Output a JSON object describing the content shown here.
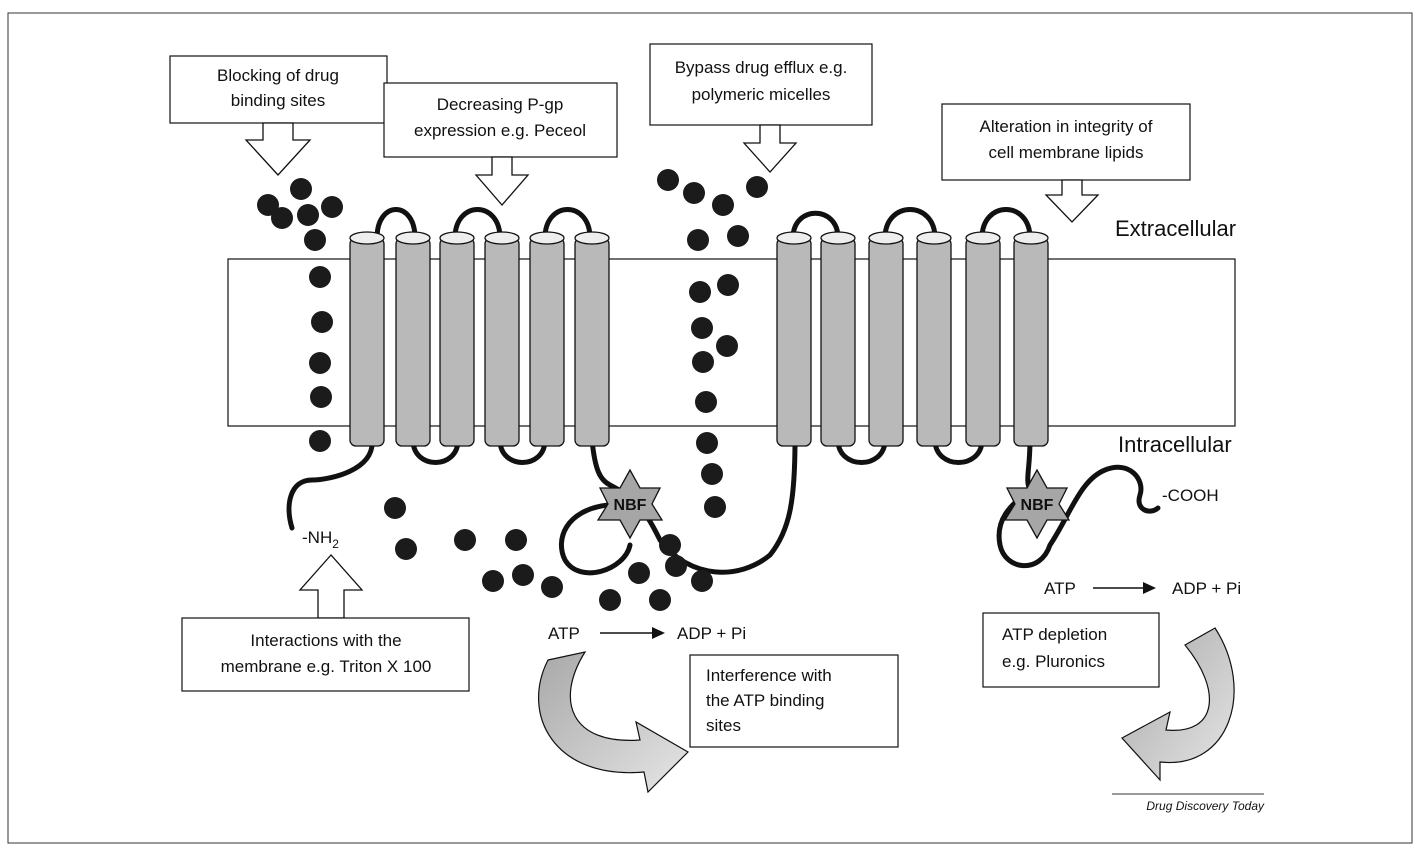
{
  "labels": {
    "blocking": [
      "Blocking of drug",
      "binding sites"
    ],
    "decreasing": [
      "Decreasing P-gp",
      "expression e.g. Peceol"
    ],
    "bypass": [
      "Bypass drug efflux e.g.",
      "polymeric micelles"
    ],
    "alteration": [
      "Alteration in integrity of",
      "cell membrane lipids"
    ],
    "interactions": [
      "Interactions with the",
      "membrane e.g. Triton X 100"
    ],
    "interference": [
      "Interference with",
      "the ATP binding",
      "sites"
    ],
    "depletion": [
      "ATP depletion",
      "e.g. Pluronics"
    ]
  },
  "regions": {
    "extracellular": "Extracellular",
    "intracellular": "Intracellular"
  },
  "termini": {
    "n_terminus": "-NH",
    "n_subscript": "2",
    "c_terminus": "-COOH"
  },
  "nbf": "NBF",
  "reaction": {
    "atp": "ATP",
    "products": "ADP + Pi"
  },
  "credit": "Drug Discovery Today",
  "colors": {
    "helix": "#b9b9b9",
    "nbf": "#a6a6a6",
    "drug": "#1b1b1b",
    "curved_arrow": "#c8c8c8"
  }
}
